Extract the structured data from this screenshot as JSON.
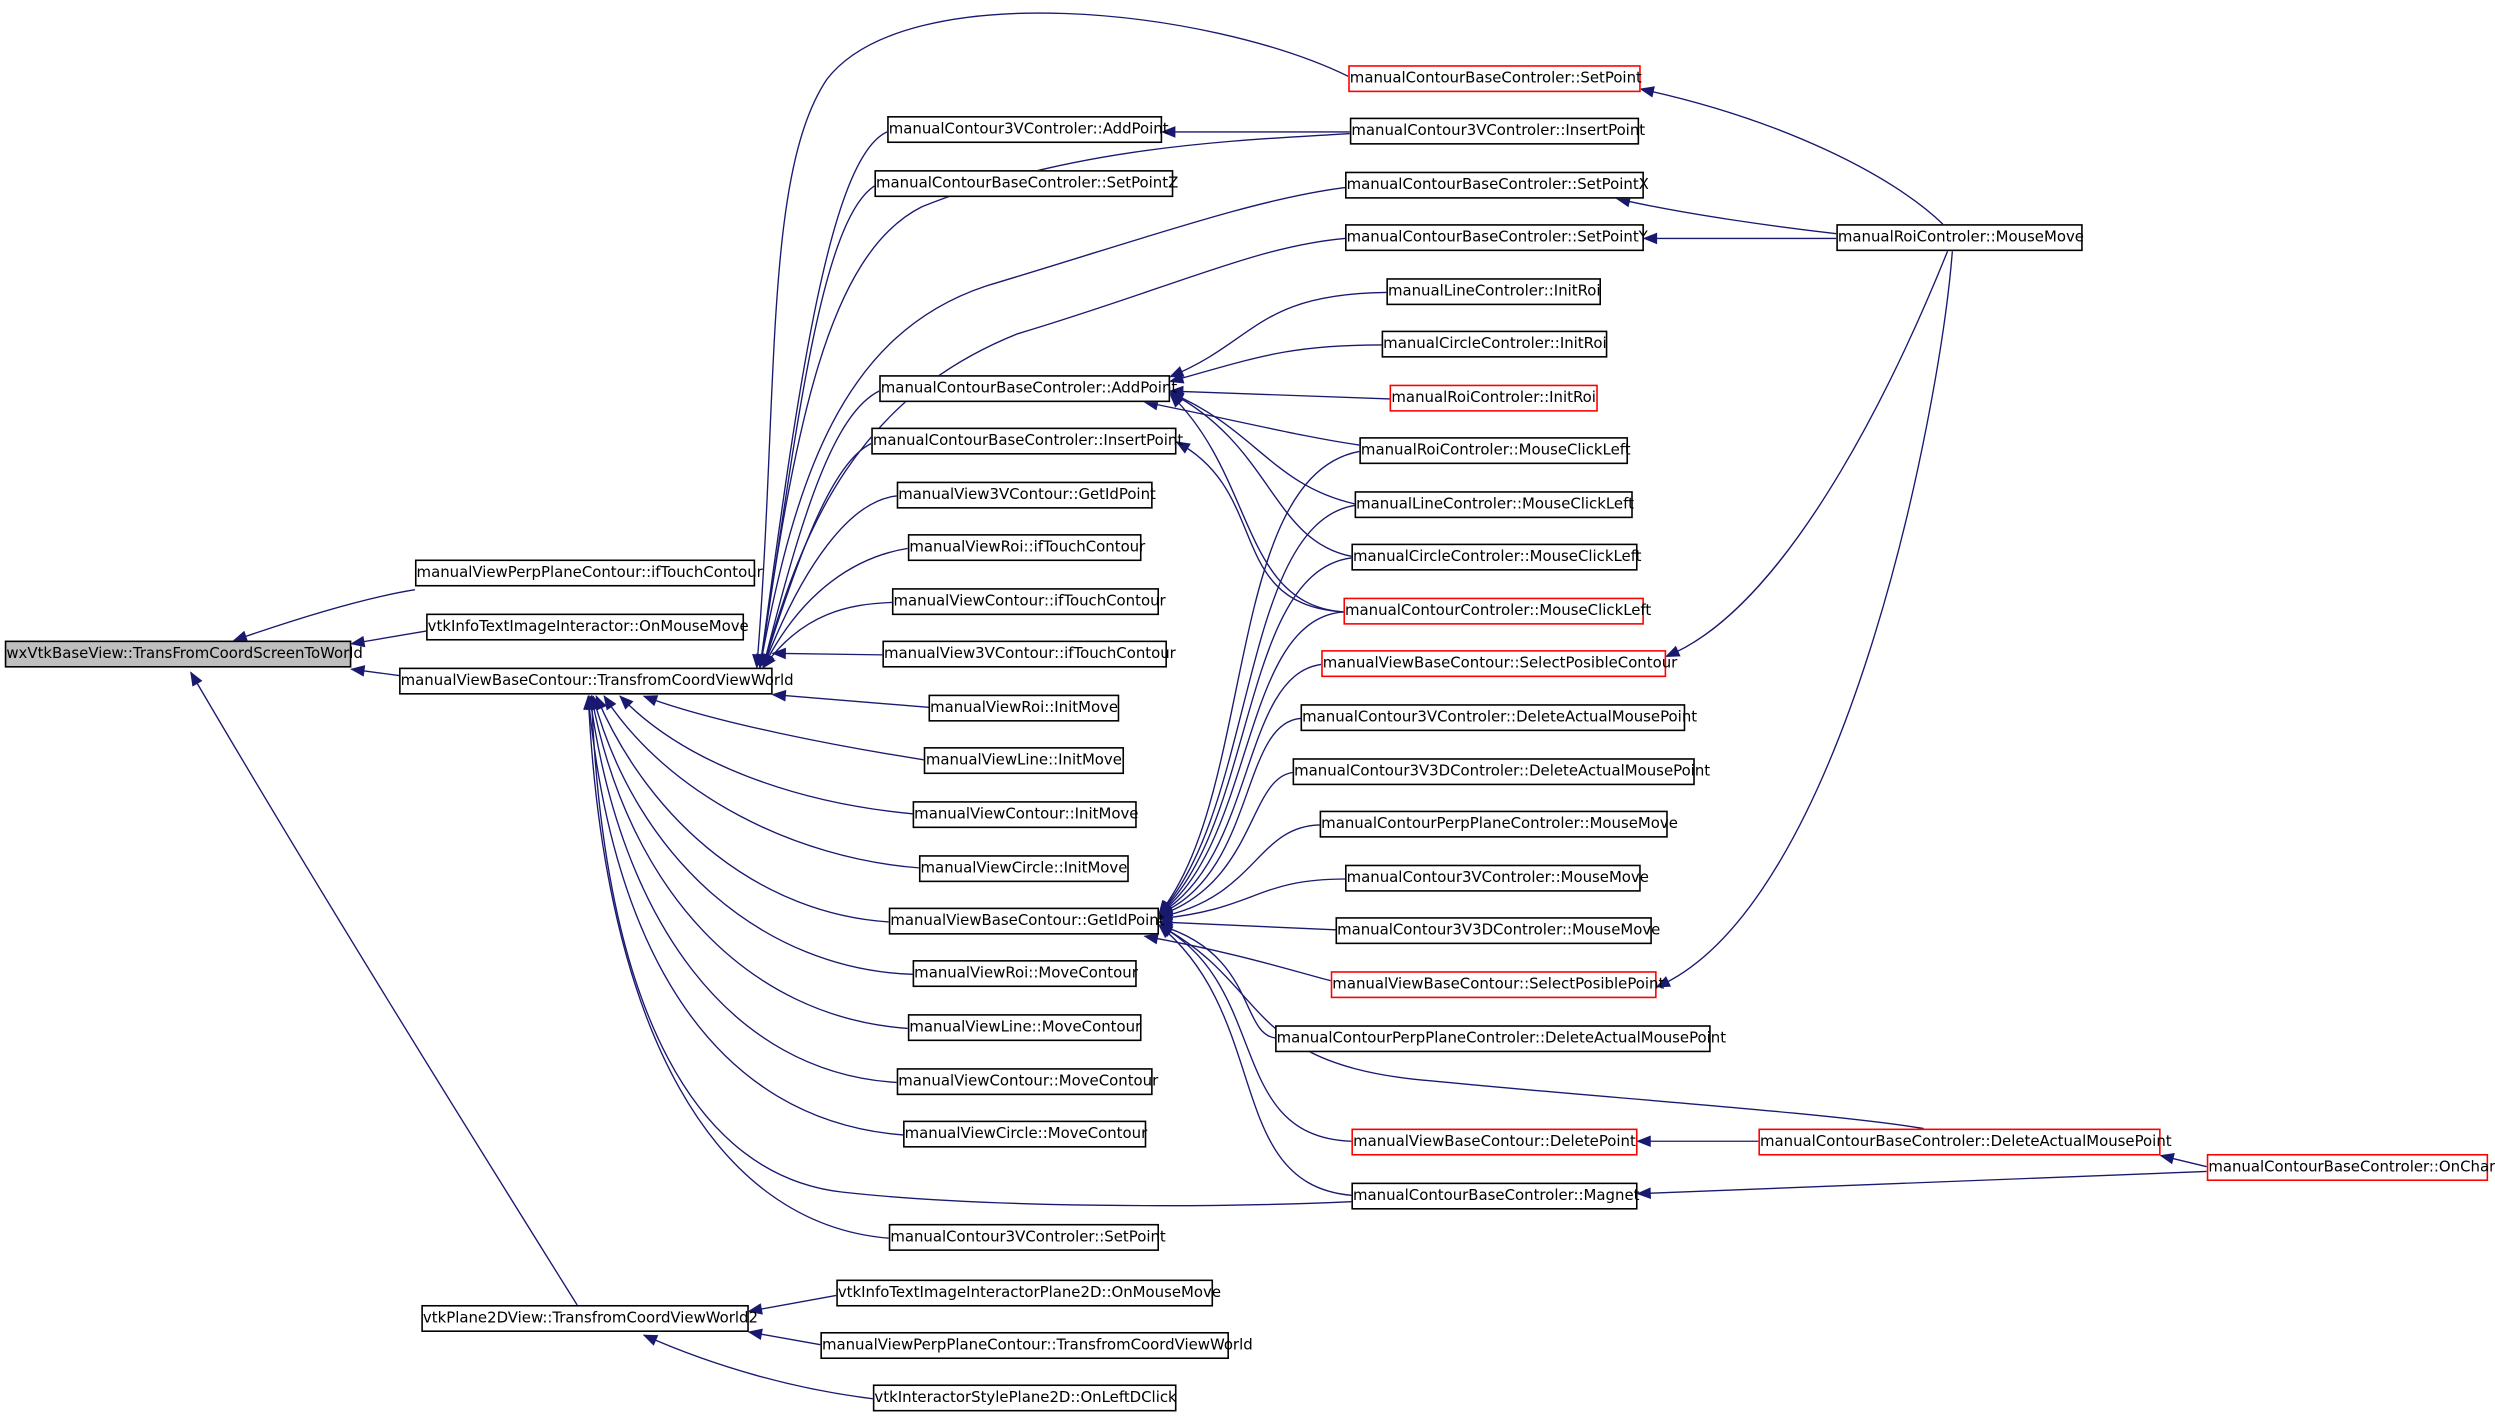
{
  "graph": {
    "edge_color": "#191970",
    "node_border_color": "#000000",
    "partial_node_border_color": "#ff0000",
    "root_node_fill": "#bfbfbf",
    "nodes": [
      {
        "id": "root",
        "label": "wxVtkBaseView::TransFromCoordScreenToWorld",
        "state": "root"
      },
      {
        "id": "ppc_touch",
        "label": "manualViewPerpPlaneContour::ifTouchContour",
        "state": "normal"
      },
      {
        "id": "vtkinfo_move",
        "label": "vtkInfoTextImageInteractor::OnMouseMove",
        "state": "normal"
      },
      {
        "id": "tcvw",
        "label": "manualViewBaseContour::TransfromCoordViewWorld",
        "state": "normal"
      },
      {
        "id": "tcvw2",
        "label": "vtkPlane2DView::TransfromCoordViewWorld2",
        "state": "normal"
      },
      {
        "id": "c3v_addpoint",
        "label": "manualContour3VControler::AddPoint",
        "state": "normal"
      },
      {
        "id": "cbc_setpointz",
        "label": "manualContourBaseControler::SetPointZ",
        "state": "normal"
      },
      {
        "id": "cbc_addpoint",
        "label": "manualContourBaseControler::AddPoint",
        "state": "normal"
      },
      {
        "id": "cbc_insertpoint",
        "label": "manualContourBaseControler::InsertPoint",
        "state": "normal"
      },
      {
        "id": "v3v_getid",
        "label": "manualView3VContour::GetIdPoint",
        "state": "normal"
      },
      {
        "id": "vroi_touch",
        "label": "manualViewRoi::ifTouchContour",
        "state": "normal"
      },
      {
        "id": "vcont_touch",
        "label": "manualViewContour::ifTouchContour",
        "state": "normal"
      },
      {
        "id": "v3v_touch",
        "label": "manualView3VContour::ifTouchContour",
        "state": "normal"
      },
      {
        "id": "vroi_initmove",
        "label": "manualViewRoi::InitMove",
        "state": "normal"
      },
      {
        "id": "vline_initmove",
        "label": "manualViewLine::InitMove",
        "state": "normal"
      },
      {
        "id": "vcont_initmove",
        "label": "manualViewContour::InitMove",
        "state": "normal"
      },
      {
        "id": "vcirc_initmove",
        "label": "manualViewCircle::InitMove",
        "state": "normal"
      },
      {
        "id": "vbc_getid",
        "label": "manualViewBaseContour::GetIdPoint",
        "state": "normal"
      },
      {
        "id": "vroi_movecont",
        "label": "manualViewRoi::MoveContour",
        "state": "normal"
      },
      {
        "id": "vline_movecont",
        "label": "manualViewLine::MoveContour",
        "state": "normal"
      },
      {
        "id": "vcont_movecont",
        "label": "manualViewContour::MoveContour",
        "state": "normal"
      },
      {
        "id": "vcirc_movecont",
        "label": "manualViewCircle::MoveContour",
        "state": "normal"
      },
      {
        "id": "c3v_setpoint",
        "label": "manualContour3VControler::SetPoint",
        "state": "normal"
      },
      {
        "id": "vtkinfo2d_move",
        "label": "vtkInfoTextImageInteractorPlane2D::OnMouseMove",
        "state": "normal"
      },
      {
        "id": "ppc_tcvw",
        "label": "manualViewPerpPlaneContour::TransfromCoordViewWorld",
        "state": "normal"
      },
      {
        "id": "isp2d_dclick",
        "label": "vtkInteractorStylePlane2D::OnLeftDClick",
        "state": "normal"
      },
      {
        "id": "cbc_setpoint",
        "label": "manualContourBaseControler::SetPoint",
        "state": "partial"
      },
      {
        "id": "c3v_insertpoint",
        "label": "manualContour3VControler::InsertPoint",
        "state": "normal"
      },
      {
        "id": "cbc_setpointx",
        "label": "manualContourBaseControler::SetPointX",
        "state": "normal"
      },
      {
        "id": "cbc_setpointy",
        "label": "manualContourBaseControler::SetPointY",
        "state": "normal"
      },
      {
        "id": "line_initroi",
        "label": "manualLineControler::InitRoi",
        "state": "normal"
      },
      {
        "id": "circ_initroi",
        "label": "manualCircleControler::InitRoi",
        "state": "normal"
      },
      {
        "id": "roi_initroi",
        "label": "manualRoiControler::InitRoi",
        "state": "partial"
      },
      {
        "id": "roi_click",
        "label": "manualRoiControler::MouseClickLeft",
        "state": "normal"
      },
      {
        "id": "line_click",
        "label": "manualLineControler::MouseClickLeft",
        "state": "normal"
      },
      {
        "id": "circ_click",
        "label": "manualCircleControler::MouseClickLeft",
        "state": "normal"
      },
      {
        "id": "cont_click",
        "label": "manualContourControler::MouseClickLeft",
        "state": "partial"
      },
      {
        "id": "vbc_selcont",
        "label": "manualViewBaseContour::SelectPosibleContour",
        "state": "partial"
      },
      {
        "id": "c3v_delmouse",
        "label": "manualContour3VControler::DeleteActualMousePoint",
        "state": "normal"
      },
      {
        "id": "c3v3d_delmouse",
        "label": "manualContour3V3DControler::DeleteActualMousePoint",
        "state": "normal"
      },
      {
        "id": "cppc_mousemove",
        "label": "manualContourPerpPlaneControler::MouseMove",
        "state": "normal"
      },
      {
        "id": "c3v_mousemove",
        "label": "manualContour3VControler::MouseMove",
        "state": "normal"
      },
      {
        "id": "c3v3d_mousemove",
        "label": "manualContour3V3DControler::MouseMove",
        "state": "normal"
      },
      {
        "id": "vbc_selpoint",
        "label": "manualViewBaseContour::SelectPosiblePoint",
        "state": "partial"
      },
      {
        "id": "cppc_delmouse",
        "label": "manualContourPerpPlaneControler::DeleteActualMousePoint",
        "state": "normal"
      },
      {
        "id": "vbc_delpoint",
        "label": "manualViewBaseContour::DeletePoint",
        "state": "partial"
      },
      {
        "id": "cbc_magnet",
        "label": "manualContourBaseControler::Magnet",
        "state": "normal"
      },
      {
        "id": "roi_mousemove",
        "label": "manualRoiControler::MouseMove",
        "state": "normal"
      },
      {
        "id": "cbc_delmouse",
        "label": "manualContourBaseControler::DeleteActualMousePoint",
        "state": "partial"
      },
      {
        "id": "cbc_onchar",
        "label": "manualContourBaseControler::OnChar",
        "state": "partial"
      }
    ]
  }
}
